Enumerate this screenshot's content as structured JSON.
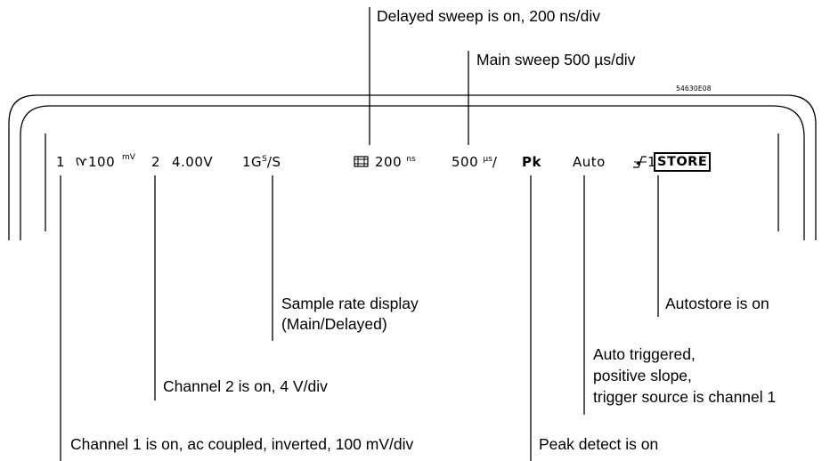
{
  "figure_id": "54630E08",
  "screen": {
    "ch1_num": "1",
    "ch1_scale": "100",
    "ch1_unit": "mV",
    "ch2_num": "2",
    "ch2_scale": "4.00V",
    "sample_rate": "1G",
    "sample_rate_unit_top": "S",
    "sample_rate_unit_bottom": "S",
    "delayed_value": "200",
    "delayed_unit": "ns",
    "main_value": "500",
    "main_unit": "µs",
    "peak": "Pk",
    "trigger_mode": "Auto",
    "trigger_source": "1",
    "store": "STORE"
  },
  "callouts": {
    "delayed_sweep": "Delayed sweep is on, 200 ns/div",
    "main_sweep": "Main sweep 500 µs/div",
    "sample_rate_1": "Sample rate display",
    "sample_rate_2": "(Main/Delayed)",
    "autostore": "Autostore is on",
    "auto_trig_1": "Auto triggered,",
    "auto_trig_2": "positive slope,",
    "auto_trig_3": "trigger source is channel 1",
    "channel2": "Channel 2 is on, 4 V/div",
    "channel1": "Channel 1 is on, ac coupled, inverted, 100 mV/div",
    "peak_detect": "Peak detect is on"
  }
}
